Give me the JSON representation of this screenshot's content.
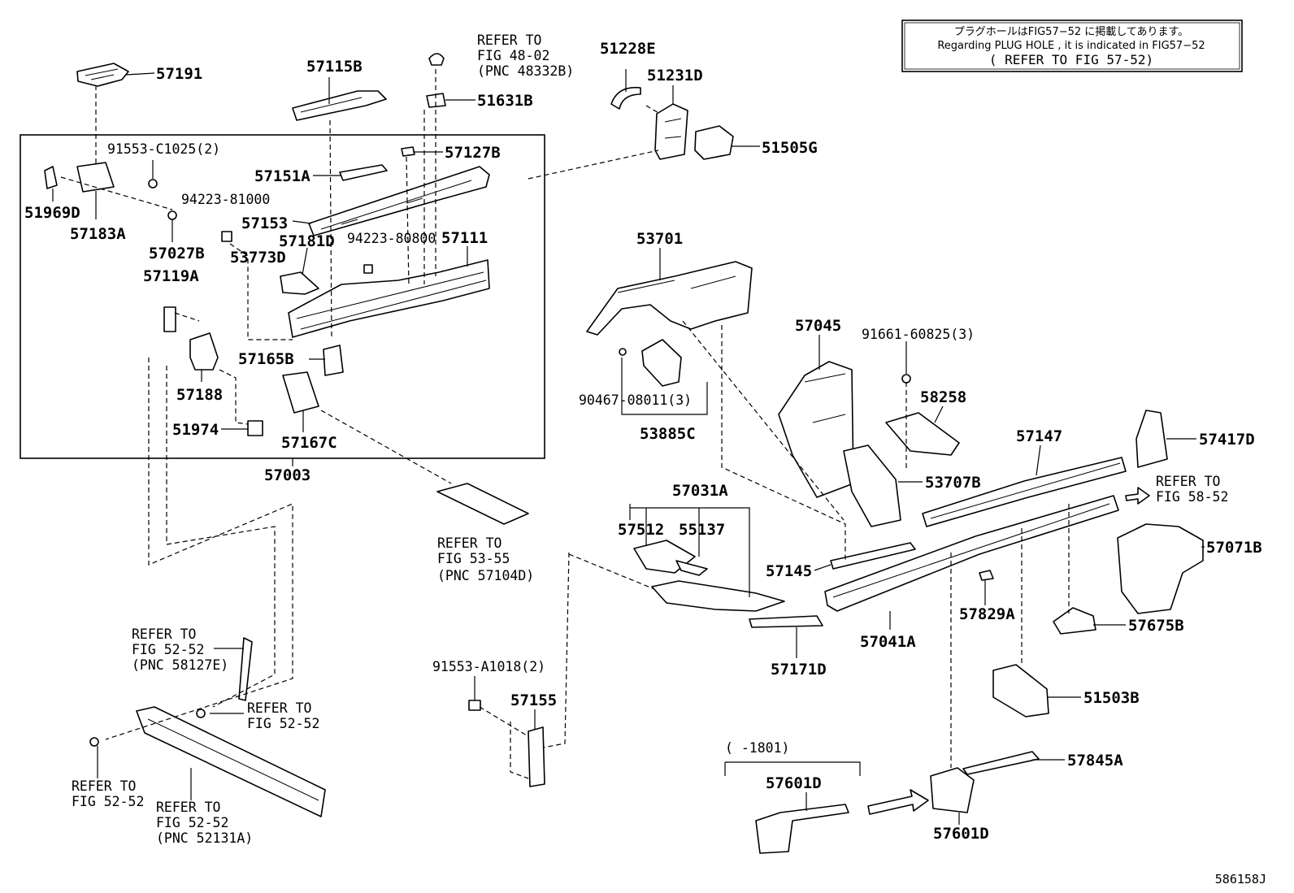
{
  "note": {
    "line1": "プラグホールはFIG57−52 に掲載してあります。",
    "line2": "Regarding PLUG HOLE , it is indicated in FIG57−52",
    "line3": "( REFER TO FIG 57-52)"
  },
  "figure_id": "586158J",
  "callouts": {
    "c57191": "57191",
    "c57115B": "57115B",
    "c51631B": "51631B",
    "c51228E": "51228E",
    "c51231D": "51231D",
    "c51505G": "51505G",
    "c91553C": "91553-C1025(2)",
    "c57127B": "57127B",
    "c57151A": "57151A",
    "c94223a": "94223-81000",
    "c51969D": "51969D",
    "c57183A": "57183A",
    "c57153": "57153",
    "c57027B": "57027B",
    "c57181D": "57181D",
    "c94223b": "94223-80800",
    "c57111": "57111",
    "c53773D": "53773D",
    "c57119A": "57119A",
    "c57165B": "57165B",
    "c57188": "57188",
    "c51974": "51974",
    "c57167C": "57167C",
    "c57003": "57003",
    "c53701": "53701",
    "c57045": "57045",
    "c91661": "91661-60825(3)",
    "c58258": "58258",
    "c90467": "90467-08011(3)",
    "c53885C": "53885C",
    "c57147": "57147",
    "c57417D": "57417D",
    "c53707B": "53707B",
    "c57031A": "57031A",
    "c57512": "57512",
    "c55137": "55137",
    "c57071B": "57071B",
    "c57145": "57145",
    "c57829A": "57829A",
    "c57041A": "57041A",
    "c57675B": "57675B",
    "c57171D": "57171D",
    "c51503B": "51503B",
    "c91553A": "91553-A1018(2)",
    "c57155": "57155",
    "c57845A": "57845A",
    "c57601Da": "57601D",
    "c57601Db": "57601D",
    "c1801": "(   -1801)"
  },
  "refs": {
    "r4802": [
      "REFER TO",
      "FIG 48-02",
      "(PNC 48332B)"
    ],
    "r5855": [
      "REFER TO",
      "FIG 53-55",
      "(PNC 57104D)"
    ],
    "r5852": [
      "REFER TO",
      "FIG 58-52"
    ],
    "r5252a": [
      "REFER TO",
      "FIG 52-52",
      "(PNC 58127E)"
    ],
    "r5252b": [
      "REFER TO",
      "FIG 52-52"
    ],
    "r5252c": [
      "REFER TO",
      "FIG 52-52"
    ],
    "r5252d": [
      "REFER TO",
      "FIG 52-52",
      "(PNC 52131A)"
    ]
  }
}
